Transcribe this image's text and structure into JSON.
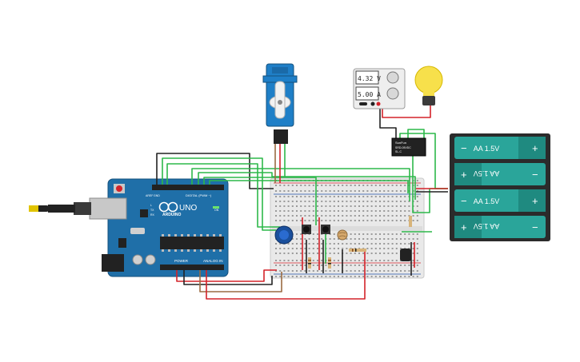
{
  "power_supply": {
    "voltage_readout": "4.32 V",
    "current_readout": "5.00 A"
  },
  "arduino": {
    "model_label": "UNO",
    "brand_label": "ARDUINO",
    "digital_label": "DIGITAL (PWM ~)",
    "power_label": "POWER",
    "analog_label": "ANALOG IN",
    "aref_label": "AREF",
    "gnd_label": "GND",
    "tx_label": "TX",
    "rx_label": "RX",
    "l_label": "L",
    "on_label": "ON"
  },
  "relay": {
    "brand_label": "SunFun",
    "line1": "SRD-05VDC",
    "line2": "SL-C"
  },
  "battery_pack": {
    "cells": [
      {
        "label": "AA 1.5V",
        "flipped": false,
        "left_sign": "−",
        "right_sign": "+"
      },
      {
        "label": "AA 1.5V",
        "flipped": true,
        "left_sign": "+",
        "right_sign": "−"
      },
      {
        "label": "AA 1.5V",
        "flipped": false,
        "left_sign": "−",
        "right_sign": "+"
      },
      {
        "label": "AA 1.5V",
        "flipped": true,
        "left_sign": "+",
        "right_sign": "−"
      }
    ]
  },
  "colors": {
    "wire_green": "#2db84a",
    "wire_red": "#d4232a",
    "wire_black": "#222222",
    "wire_brown": "#9a6b42",
    "arduino_blue": "#1f6fa8",
    "breadboard": "#ececec",
    "battery_teal": "#2aa59a",
    "bulb_yellow": "#f7e04b"
  }
}
